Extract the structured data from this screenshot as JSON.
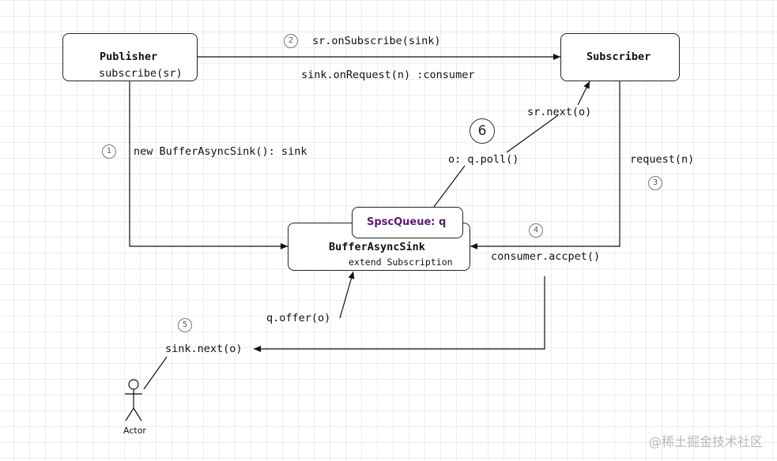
{
  "nodes": {
    "publisher": {
      "title": "Publisher",
      "subtitle": "subscribe(sr)"
    },
    "subscriber": {
      "title": "Subscriber"
    },
    "buffer_sink": {
      "title": "BufferAsyncSink",
      "subtitle": "extend Subscription"
    },
    "spsc_queue": {
      "title": "SpscQueue: q",
      "color": "#5b1a78"
    },
    "actor": {
      "label": "Actor"
    }
  },
  "edges": {
    "on_subscribe": {
      "step": "2",
      "label": "sr.onSubscribe(sink)"
    },
    "on_request": {
      "label": "sink.onRequest(n) :consumer"
    },
    "new_sink": {
      "step": "1",
      "label": "new BufferAsyncSink(): sink"
    },
    "request": {
      "step": "3",
      "label": "request(n)"
    },
    "consumer_accept": {
      "step": "4",
      "label": "consumer.accpet()"
    },
    "sink_next": {
      "step": "5",
      "label": "sink.next(o)"
    },
    "offer": {
      "label": "q.offer(o)"
    },
    "poll": {
      "step": "6",
      "label": "o: q.poll()"
    },
    "sr_next": {
      "label": "sr.next(o)"
    }
  },
  "watermark": "@稀土掘金技术社区"
}
